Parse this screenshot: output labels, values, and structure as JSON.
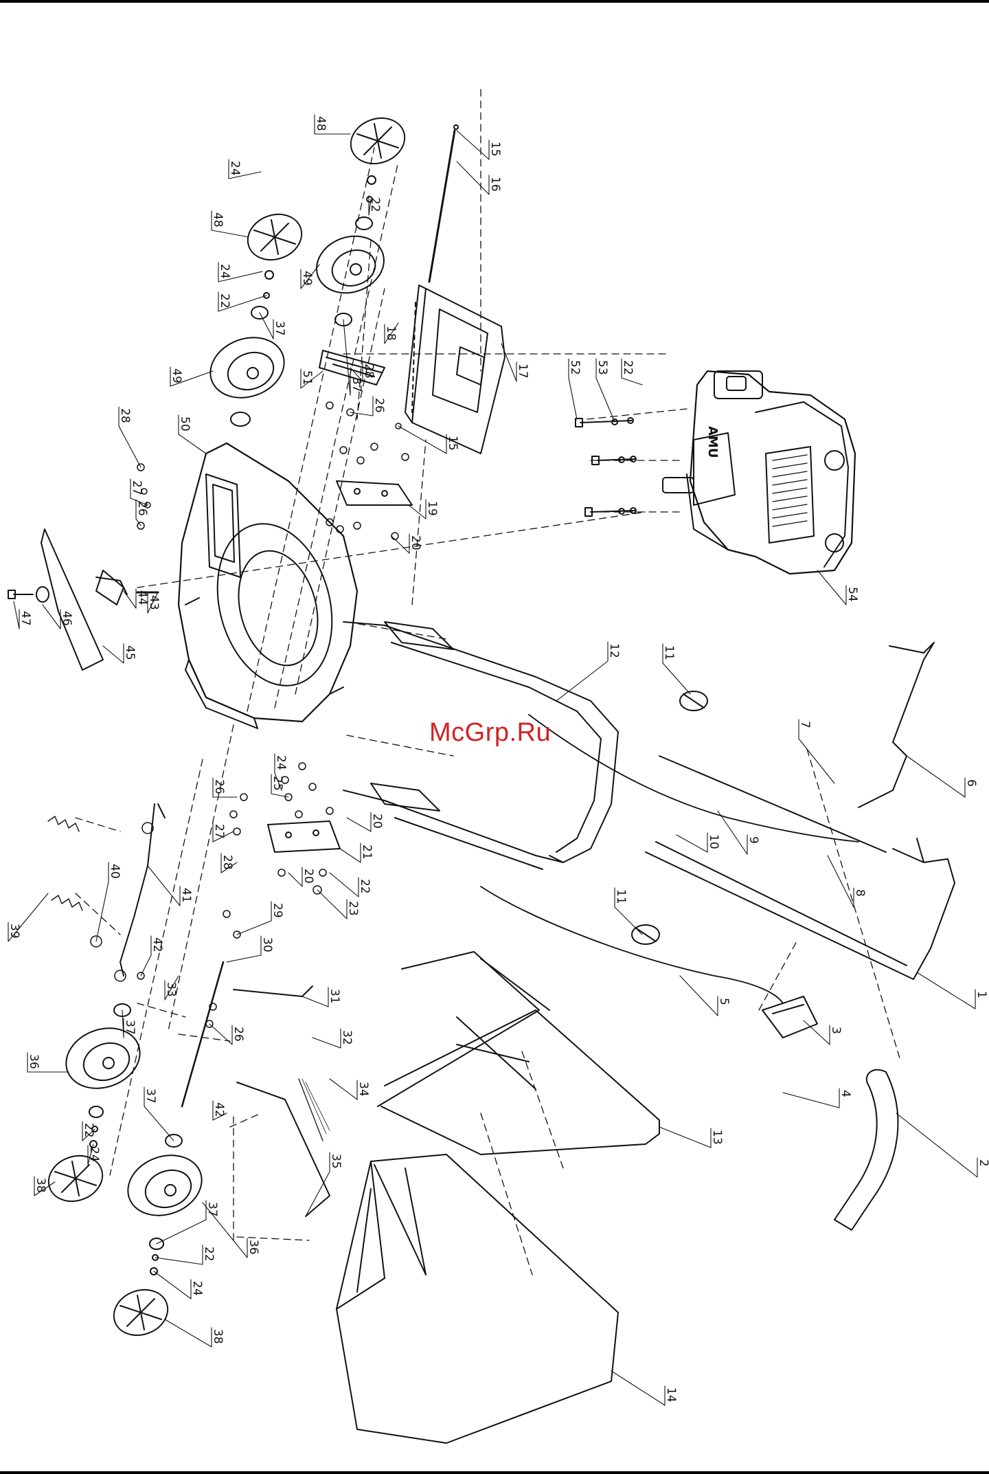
{
  "watermark": {
    "text": "McGrp.Ru"
  },
  "colors": {
    "line": "#111111",
    "watermark": "#d32222",
    "background": "#ffffff"
  },
  "engine_badge": "AMU",
  "callouts": [
    {
      "id": "c1",
      "label": "1"
    },
    {
      "id": "c2",
      "label": "2"
    },
    {
      "id": "c3",
      "label": "3"
    },
    {
      "id": "c4",
      "label": "4"
    },
    {
      "id": "c5",
      "label": "5"
    },
    {
      "id": "c6",
      "label": "6"
    },
    {
      "id": "c7",
      "label": "7"
    },
    {
      "id": "c8",
      "label": "8"
    },
    {
      "id": "c9",
      "label": "9"
    },
    {
      "id": "c10",
      "label": "10"
    },
    {
      "id": "c11a",
      "label": "11"
    },
    {
      "id": "c11b",
      "label": "11"
    },
    {
      "id": "c12",
      "label": "12"
    },
    {
      "id": "c13",
      "label": "13"
    },
    {
      "id": "c14",
      "label": "14"
    },
    {
      "id": "c15a",
      "label": "15"
    },
    {
      "id": "c15b",
      "label": "15"
    },
    {
      "id": "c16",
      "label": "16"
    },
    {
      "id": "c17",
      "label": "17"
    },
    {
      "id": "c18",
      "label": "18"
    },
    {
      "id": "c19",
      "label": "19"
    },
    {
      "id": "c20a",
      "label": "20"
    },
    {
      "id": "c20b",
      "label": "20"
    },
    {
      "id": "c20c",
      "label": "20"
    },
    {
      "id": "c21",
      "label": "21"
    },
    {
      "id": "c22a",
      "label": "22"
    },
    {
      "id": "c22b",
      "label": "22"
    },
    {
      "id": "c22c",
      "label": "22"
    },
    {
      "id": "c22d",
      "label": "22"
    },
    {
      "id": "c22e",
      "label": "22"
    },
    {
      "id": "c22f",
      "label": "22"
    },
    {
      "id": "c23",
      "label": "23"
    },
    {
      "id": "c24a",
      "label": "24"
    },
    {
      "id": "c24b",
      "label": "24"
    },
    {
      "id": "c24c",
      "label": "24"
    },
    {
      "id": "c24d",
      "label": "24"
    },
    {
      "id": "c24e",
      "label": "24"
    },
    {
      "id": "c25",
      "label": "25"
    },
    {
      "id": "c26a",
      "label": "26"
    },
    {
      "id": "c26b",
      "label": "26"
    },
    {
      "id": "c26c",
      "label": "26"
    },
    {
      "id": "c26d",
      "label": "26"
    },
    {
      "id": "c27a",
      "label": "27"
    },
    {
      "id": "c27b",
      "label": "27"
    },
    {
      "id": "c28a",
      "label": "28"
    },
    {
      "id": "c28b",
      "label": "28"
    },
    {
      "id": "c28c",
      "label": "28"
    },
    {
      "id": "c29",
      "label": "29"
    },
    {
      "id": "c30",
      "label": "30"
    },
    {
      "id": "c31",
      "label": "31"
    },
    {
      "id": "c32",
      "label": "32"
    },
    {
      "id": "c33",
      "label": "33"
    },
    {
      "id": "c34",
      "label": "34"
    },
    {
      "id": "c35",
      "label": "35"
    },
    {
      "id": "c36a",
      "label": "36"
    },
    {
      "id": "c36b",
      "label": "36"
    },
    {
      "id": "c37a",
      "label": "37"
    },
    {
      "id": "c37b",
      "label": "37"
    },
    {
      "id": "c37c",
      "label": "37"
    },
    {
      "id": "c37d",
      "label": "37"
    },
    {
      "id": "c37e",
      "label": "37"
    },
    {
      "id": "c38a",
      "label": "38"
    },
    {
      "id": "c38b",
      "label": "38"
    },
    {
      "id": "c39",
      "label": "39"
    },
    {
      "id": "c40",
      "label": "40"
    },
    {
      "id": "c41",
      "label": "41"
    },
    {
      "id": "c42a",
      "label": "42"
    },
    {
      "id": "c42b",
      "label": "42"
    },
    {
      "id": "c43",
      "label": "43"
    },
    {
      "id": "c44",
      "label": "44"
    },
    {
      "id": "c45",
      "label": "45"
    },
    {
      "id": "c46",
      "label": "46"
    },
    {
      "id": "c47",
      "label": "47"
    },
    {
      "id": "c48a",
      "label": "48"
    },
    {
      "id": "c48b",
      "label": "48"
    },
    {
      "id": "c49a",
      "label": "49"
    },
    {
      "id": "c49b",
      "label": "49"
    },
    {
      "id": "c50",
      "label": "50"
    },
    {
      "id": "c51",
      "label": "51"
    },
    {
      "id": "c52",
      "label": "52"
    },
    {
      "id": "c53",
      "label": "53"
    },
    {
      "id": "c54",
      "label": "54"
    }
  ]
}
